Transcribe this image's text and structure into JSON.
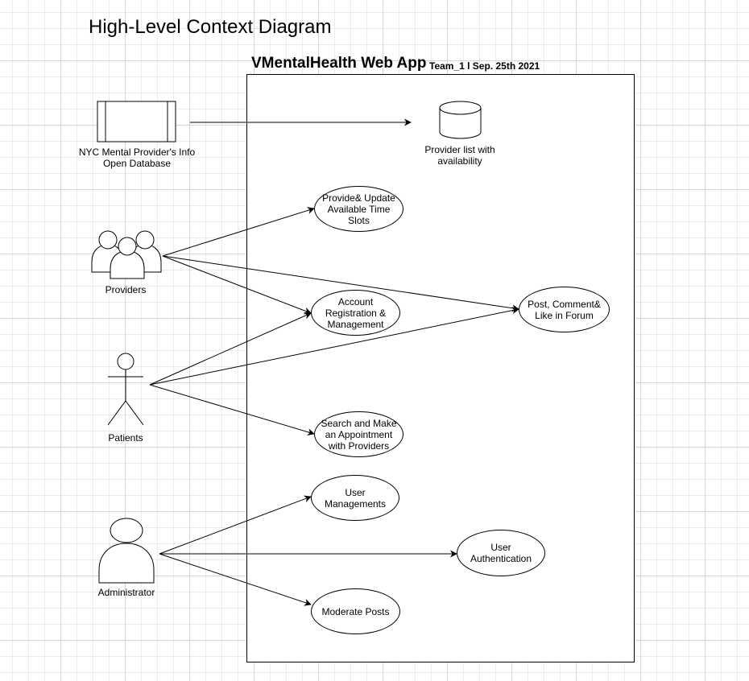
{
  "title": "High-Level Context Diagram",
  "system": {
    "name": "VMentalHealth Web App",
    "subtitle": "Team_1 l Sep. 25th 2021"
  },
  "actors": {
    "database": "NYC Mental Provider's Info Open Database",
    "providers": "Providers",
    "patients": "Patients",
    "administrator": "Administrator"
  },
  "datastore": {
    "label": "Provider list with availability"
  },
  "use_cases": {
    "provide_update": "Provide& Update Available Time Slots",
    "account": "Account Registration & Management",
    "forum": "Post, Comment& Like in Forum",
    "search": "Search and Make an Appointment with Providers",
    "user_mgmt": "User Managements",
    "user_auth": "User Authentication",
    "moderate": "Moderate Posts"
  }
}
